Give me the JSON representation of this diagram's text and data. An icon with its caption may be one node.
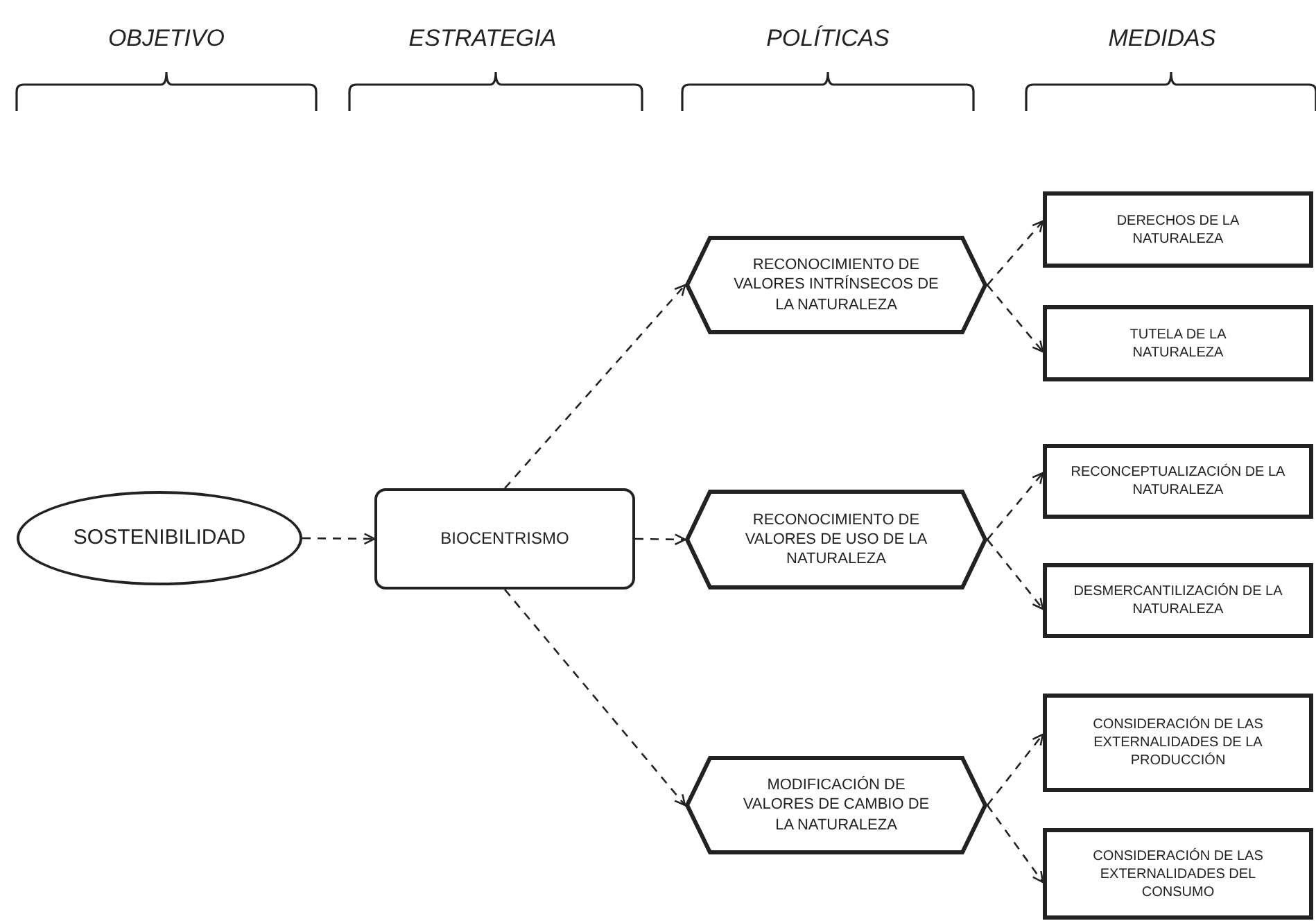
{
  "diagram": {
    "nodes": [
      {
        "text": [
          "SOSTENIBILIDAD"
        ]
      },
      {
        "text": [
          "BIOCENTRISMO"
        ]
      },
      {
        "text": [
          "RECONOCIMIENTO DE VALORES INTRÍNSECOS DE LA NATURALEZA"
        ]
      },
      {
        "text": [
          "RECONOCIMIENTO DE VALORES DE USO DE LA NATURALEZA"
        ]
      },
      {
        "text": [
          "MODIFICACIÓN DE VALORES DE CAMBIO DE LA NATURALEZA"
        ]
      },
      {
        "text": [
          "DERECHOS DE LA NATURALEZA"
        ]
      },
      {
        "text": [
          "TUTELA DE LA NATURALEZA"
        ]
      },
      {
        "text": [
          "RECONCEPTUALIZACIÓN DE LA NATURALEZA"
        ]
      },
      {
        "text": [
          "DESMERCANTILIZACIÓN DE LA NATURALEZA"
        ]
      },
      {
        "text": [
          "CONSIDERACIÓN DE LAS EXTERNALIDADES DE LA PRODUCCIÓN"
        ]
      },
      {
        "text": [
          "CONSIDERACIÓN DE LAS EXTERNALIDADES DEL CONSUMO"
        ]
      }
    ],
    "edges": [
      {
        "from": 0,
        "to": 1,
        "arrow": "to",
        "style": "dashed"
      },
      {
        "from": 1,
        "to": 2,
        "arrow": "to",
        "style": "dashed"
      },
      {
        "from": 1,
        "to": 3,
        "arrow": "to",
        "style": "dashed"
      },
      {
        "from": 1,
        "to": 4,
        "arrow": "to",
        "style": "dashed"
      },
      {
        "from": 2,
        "to": 5,
        "arrow": "to",
        "style": "dashed"
      },
      {
        "from": 2,
        "to": 6,
        "arrow": "to",
        "style": "dashed"
      },
      {
        "from": 3,
        "to": 7,
        "arrow": "to",
        "style": "dashed"
      },
      {
        "from": 3,
        "to": 8,
        "arrow": "to",
        "style": "dashed"
      },
      {
        "from": 4,
        "to": 9,
        "arrow": "to",
        "style": "dashed"
      },
      {
        "from": 4,
        "to": 10,
        "arrow": "to",
        "style": "dashed"
      }
    ],
    "labels": [
      "OBJETIVO",
      "ESTRATEGIA",
      "POLÍTICAS",
      "MEDIDAS"
    ]
  }
}
